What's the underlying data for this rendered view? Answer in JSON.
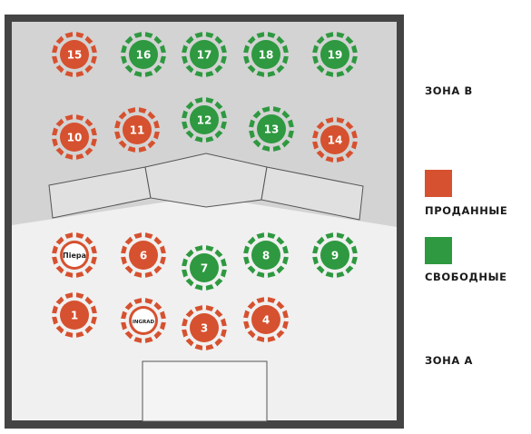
{
  "zones": [
    {
      "id": "zone-b",
      "label": "ЗОНА В"
    },
    {
      "id": "zone-a",
      "label": "ЗОНА А"
    }
  ],
  "legend": [
    {
      "id": "sold",
      "label": "ПРОДАННЫЕ",
      "color": "#d6512f"
    },
    {
      "id": "free",
      "label": "СВОБОДНЫЕ",
      "color": "#2e9940"
    }
  ],
  "colors": {
    "border": "#444444",
    "zone_b_fill": "#d3d3d3",
    "zone_a_fill": "#f0f0f0",
    "outline": "#555555"
  },
  "tables": [
    {
      "label": "15",
      "status": "sold"
    },
    {
      "label": "16",
      "status": "free"
    },
    {
      "label": "17",
      "status": "free"
    },
    {
      "label": "18",
      "status": "free"
    },
    {
      "label": "19",
      "status": "free"
    },
    {
      "label": "10",
      "status": "sold"
    },
    {
      "label": "11",
      "status": "sold"
    },
    {
      "label": "12",
      "status": "free"
    },
    {
      "label": "13",
      "status": "free"
    },
    {
      "label": "14",
      "status": "sold"
    },
    {
      "label": "Пiepa",
      "status": "sold",
      "logo": true
    },
    {
      "label": "6",
      "status": "sold"
    },
    {
      "label": "7",
      "status": "free"
    },
    {
      "label": "8",
      "status": "free"
    },
    {
      "label": "9",
      "status": "free"
    },
    {
      "label": "1",
      "status": "sold"
    },
    {
      "label": "INGRAD",
      "status": "sold",
      "logo": true
    },
    {
      "label": "3",
      "status": "sold"
    },
    {
      "label": "4",
      "status": "sold"
    }
  ]
}
